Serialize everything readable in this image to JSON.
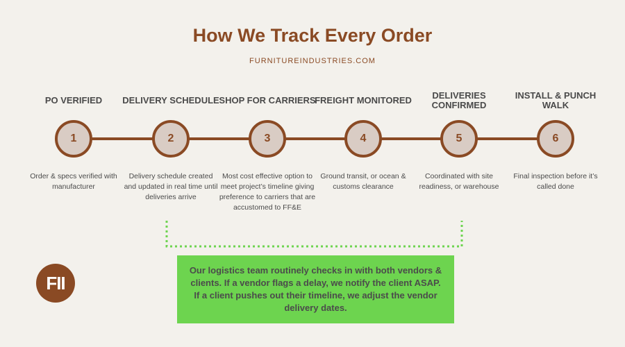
{
  "title": "How We Track Every Order",
  "subtitle": "FURNITUREINDUSTRIES.COM",
  "colors": {
    "brand": "#8a4a24",
    "circle_fill": "#d9ccc4",
    "background": "#f3f1ec",
    "note_bg": "#6dd44f",
    "dotted": "#6dd44f"
  },
  "steps": [
    {
      "number": "1",
      "title": "PO VERIFIED",
      "description": "Order & specs verified with manufacturer"
    },
    {
      "number": "2",
      "title": "DELIVERY SCHEDULE",
      "description": "Delivery schedule created and updated in real time until deliveries arrive"
    },
    {
      "number": "3",
      "title": "SHOP FOR CARRIERS",
      "description": "Most cost effective option to meet project’s timeline giving preference to carriers that are accustomed to FF&E"
    },
    {
      "number": "4",
      "title": "FREIGHT MONITORED",
      "description": "Ground transit, or ocean & customs clearance"
    },
    {
      "number": "5",
      "title": "DELIVERIES CONFIRMED",
      "description": "Coordinated with site readiness, or warehouse"
    },
    {
      "number": "6",
      "title": "INSTALL & PUNCH WALK",
      "description": "Final inspection before it’s called done"
    }
  ],
  "note": "Our logistics team routinely checks in with both vendors & clients. If a vendor flags a delay, we notify the client ASAP. If a client pushes out their timeline, we adjust the vendor delivery dates.",
  "logo_text": "FII"
}
